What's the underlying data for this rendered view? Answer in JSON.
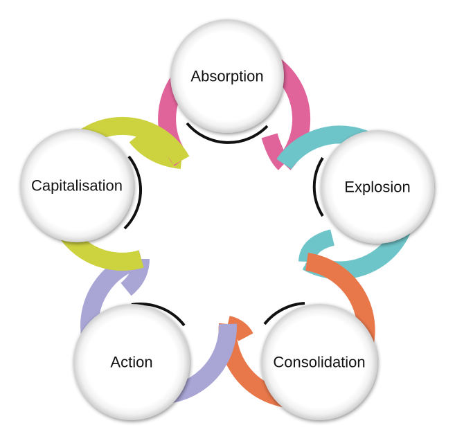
{
  "diagram": {
    "nodes": [
      {
        "id": "absorption",
        "label": "Absorption",
        "color": "#e0639a"
      },
      {
        "id": "explosion",
        "label": "Explosion",
        "color": "#6ec5c9"
      },
      {
        "id": "consolidation",
        "label": "Consolidation",
        "color": "#e8774a"
      },
      {
        "id": "action",
        "label": "Action",
        "color": "#a9a6d6"
      },
      {
        "id": "capitalisation",
        "label": "Capitalisation",
        "color": "#cdd23f"
      }
    ]
  }
}
